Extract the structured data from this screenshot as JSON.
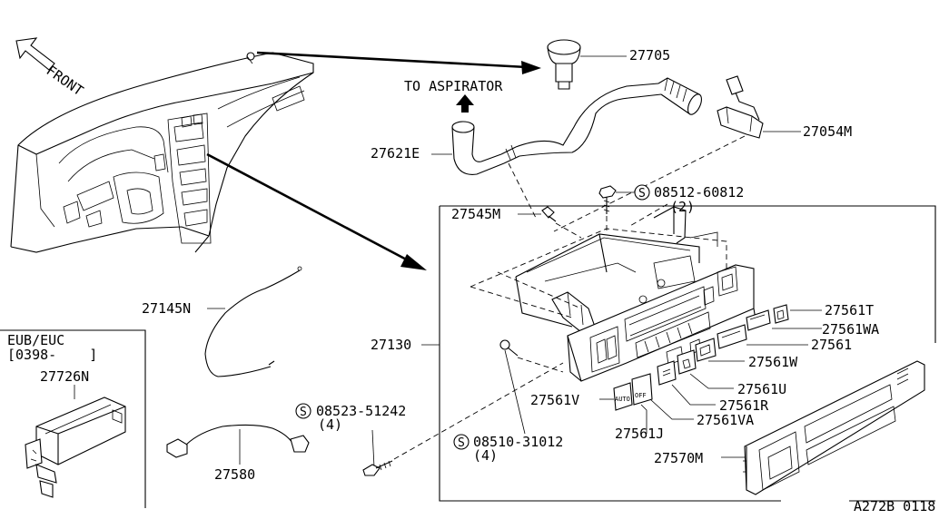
{
  "diagram_code": "A272B 0118",
  "front_label": "FRONT",
  "aspirator_label": "TO ASPIRATOR",
  "inset_title_line1": "EUB/EUC",
  "inset_title_line2": "[0398-    ]",
  "parts": {
    "p27705": "27705",
    "p27054M": "27054M",
    "p27621E": "27621E",
    "p08512": "08512-60812",
    "p08512_qty": "(2)",
    "p27545M": "27545M",
    "p27145N": "27145N",
    "p27130": "27130",
    "p27561T": "27561T",
    "p27561WA": "27561WA",
    "p27561": "27561",
    "p27561W": "27561W",
    "p27561U": "27561U",
    "p27561R": "27561R",
    "p27561VA": "27561VA",
    "p27561V": "27561V",
    "p27561J": "27561J",
    "p08523": "08523-51242",
    "p08523_qty": "(4)",
    "p08510": "08510-31012",
    "p08510_qty": "(4)",
    "p27570M": "27570M",
    "p27580": "27580",
    "p27726N": "27726N"
  },
  "screw_symbol": "S",
  "button_labels": {
    "auto": "AUTO",
    "off": "OFF"
  }
}
